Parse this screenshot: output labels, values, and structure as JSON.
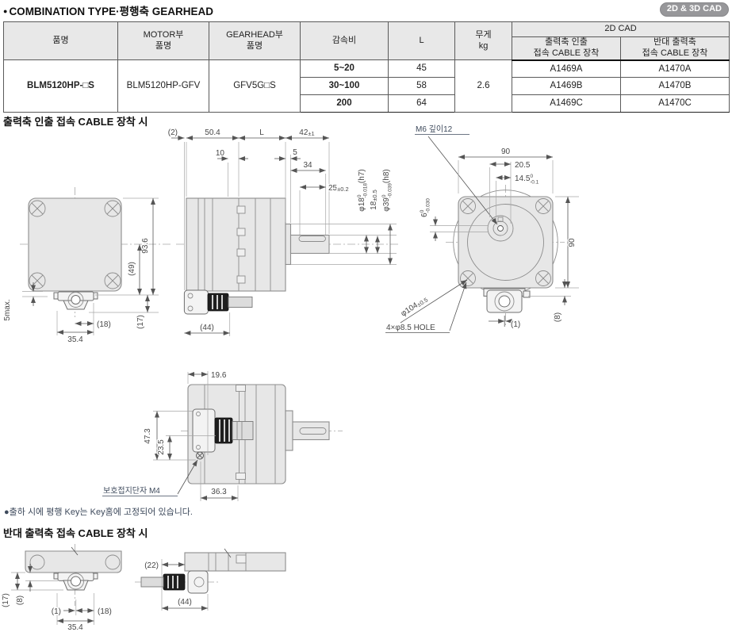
{
  "header": {
    "bullet": "●",
    "title": "COMBINATION TYPE·평행축 GEARHEAD",
    "cad_badge": "2D & 3D CAD"
  },
  "colors": {
    "badge_bg": "#97979a",
    "table_header_bg": "#e8e8e8",
    "drawing_fill": "#e7e7e7",
    "drawing_line": "#8d8d8d",
    "callout_text": "#3e4a5c"
  },
  "table": {
    "col_product": "품명",
    "col_motor": "MOTOR부\n품명",
    "col_gearhead": "GEARHEAD부\n품명",
    "col_ratio": "감속비",
    "col_l": "L",
    "col_weight": "무게\nkg",
    "col_2dcad": "2D CAD",
    "col_cad_front": "출력축 인출\n접속 CABLE 장착",
    "col_cad_rear": "반대 출력축\n접속 CABLE 장착",
    "product": "BLM5120HP-□S",
    "motor": "BLM5120HP-GFV",
    "gearhead": "GFV5G□S",
    "weight": "2.6",
    "rows": [
      {
        "ratio": "5~20",
        "l": "45",
        "cad_front": "A1469A",
        "cad_rear": "A1470A"
      },
      {
        "ratio": "30~100",
        "l": "58",
        "cad_front": "A1469B",
        "cad_rear": "A1470B"
      },
      {
        "ratio": "200",
        "l": "64",
        "cad_front": "A1469C",
        "cad_rear": "A1470C"
      }
    ]
  },
  "sections": {
    "front_cable": "출력축 인출 접속 CABLE 장착 시",
    "rear_cable": "반대 출력축 접속 CABLE 장착 시",
    "note": "●출하 시에 평행 Key는 Key홈에 고정되어 있습니다."
  },
  "dims": {
    "front": {
      "height": "93.6",
      "h49": "(49)",
      "max5": "5max.",
      "w18": "(18)",
      "w354": "35.4",
      "h17": "(17)"
    },
    "side": {
      "gap2": "(2)",
      "motor_len": "50.4",
      "gear_len": "L",
      "shaft_len": "42",
      "shaft_len_tol": "±1",
      "step10": "10",
      "boss5": "5",
      "key34": "34",
      "key25": "25",
      "key25_tol": "±0.2",
      "phi18": "φ18",
      "phi18_tol_top": "0",
      "phi18_tol_bot": "-0.018",
      "phi18_fit": "(h7)",
      "key_h": "18",
      "key_h_tol": "±0.5",
      "phi39": "φ39",
      "phi39_tol_top": "0",
      "phi39_tol_bot": "-0.039",
      "phi39_fit": "(h8)",
      "w44": "(44)"
    },
    "rear": {
      "m6": "M6 깊이12",
      "w90": "90",
      "h90": "90",
      "off205": "20.5",
      "off145": "14.5",
      "off145_top": "0",
      "off145_bot": "-0.1",
      "key6": "6",
      "key6_top": "0",
      "key6_bot": "-0.030",
      "pitch": "φ104",
      "pitch_tol": "±0.5",
      "holes": "4×φ8.5 HOLE",
      "off1": "(1)",
      "h8": "(8)"
    },
    "top": {
      "w196": "19.6",
      "h473": "47.3",
      "h235": "23.5",
      "w363": "36.3",
      "ground": "보호접지단자 M4"
    },
    "bottom_left": {
      "h17": "(17)",
      "h8": "(8)",
      "off1": "(1)",
      "w18": "(18)",
      "w354": "35.4"
    },
    "bottom_right": {
      "w22": "(22)",
      "w44": "(44)"
    }
  }
}
